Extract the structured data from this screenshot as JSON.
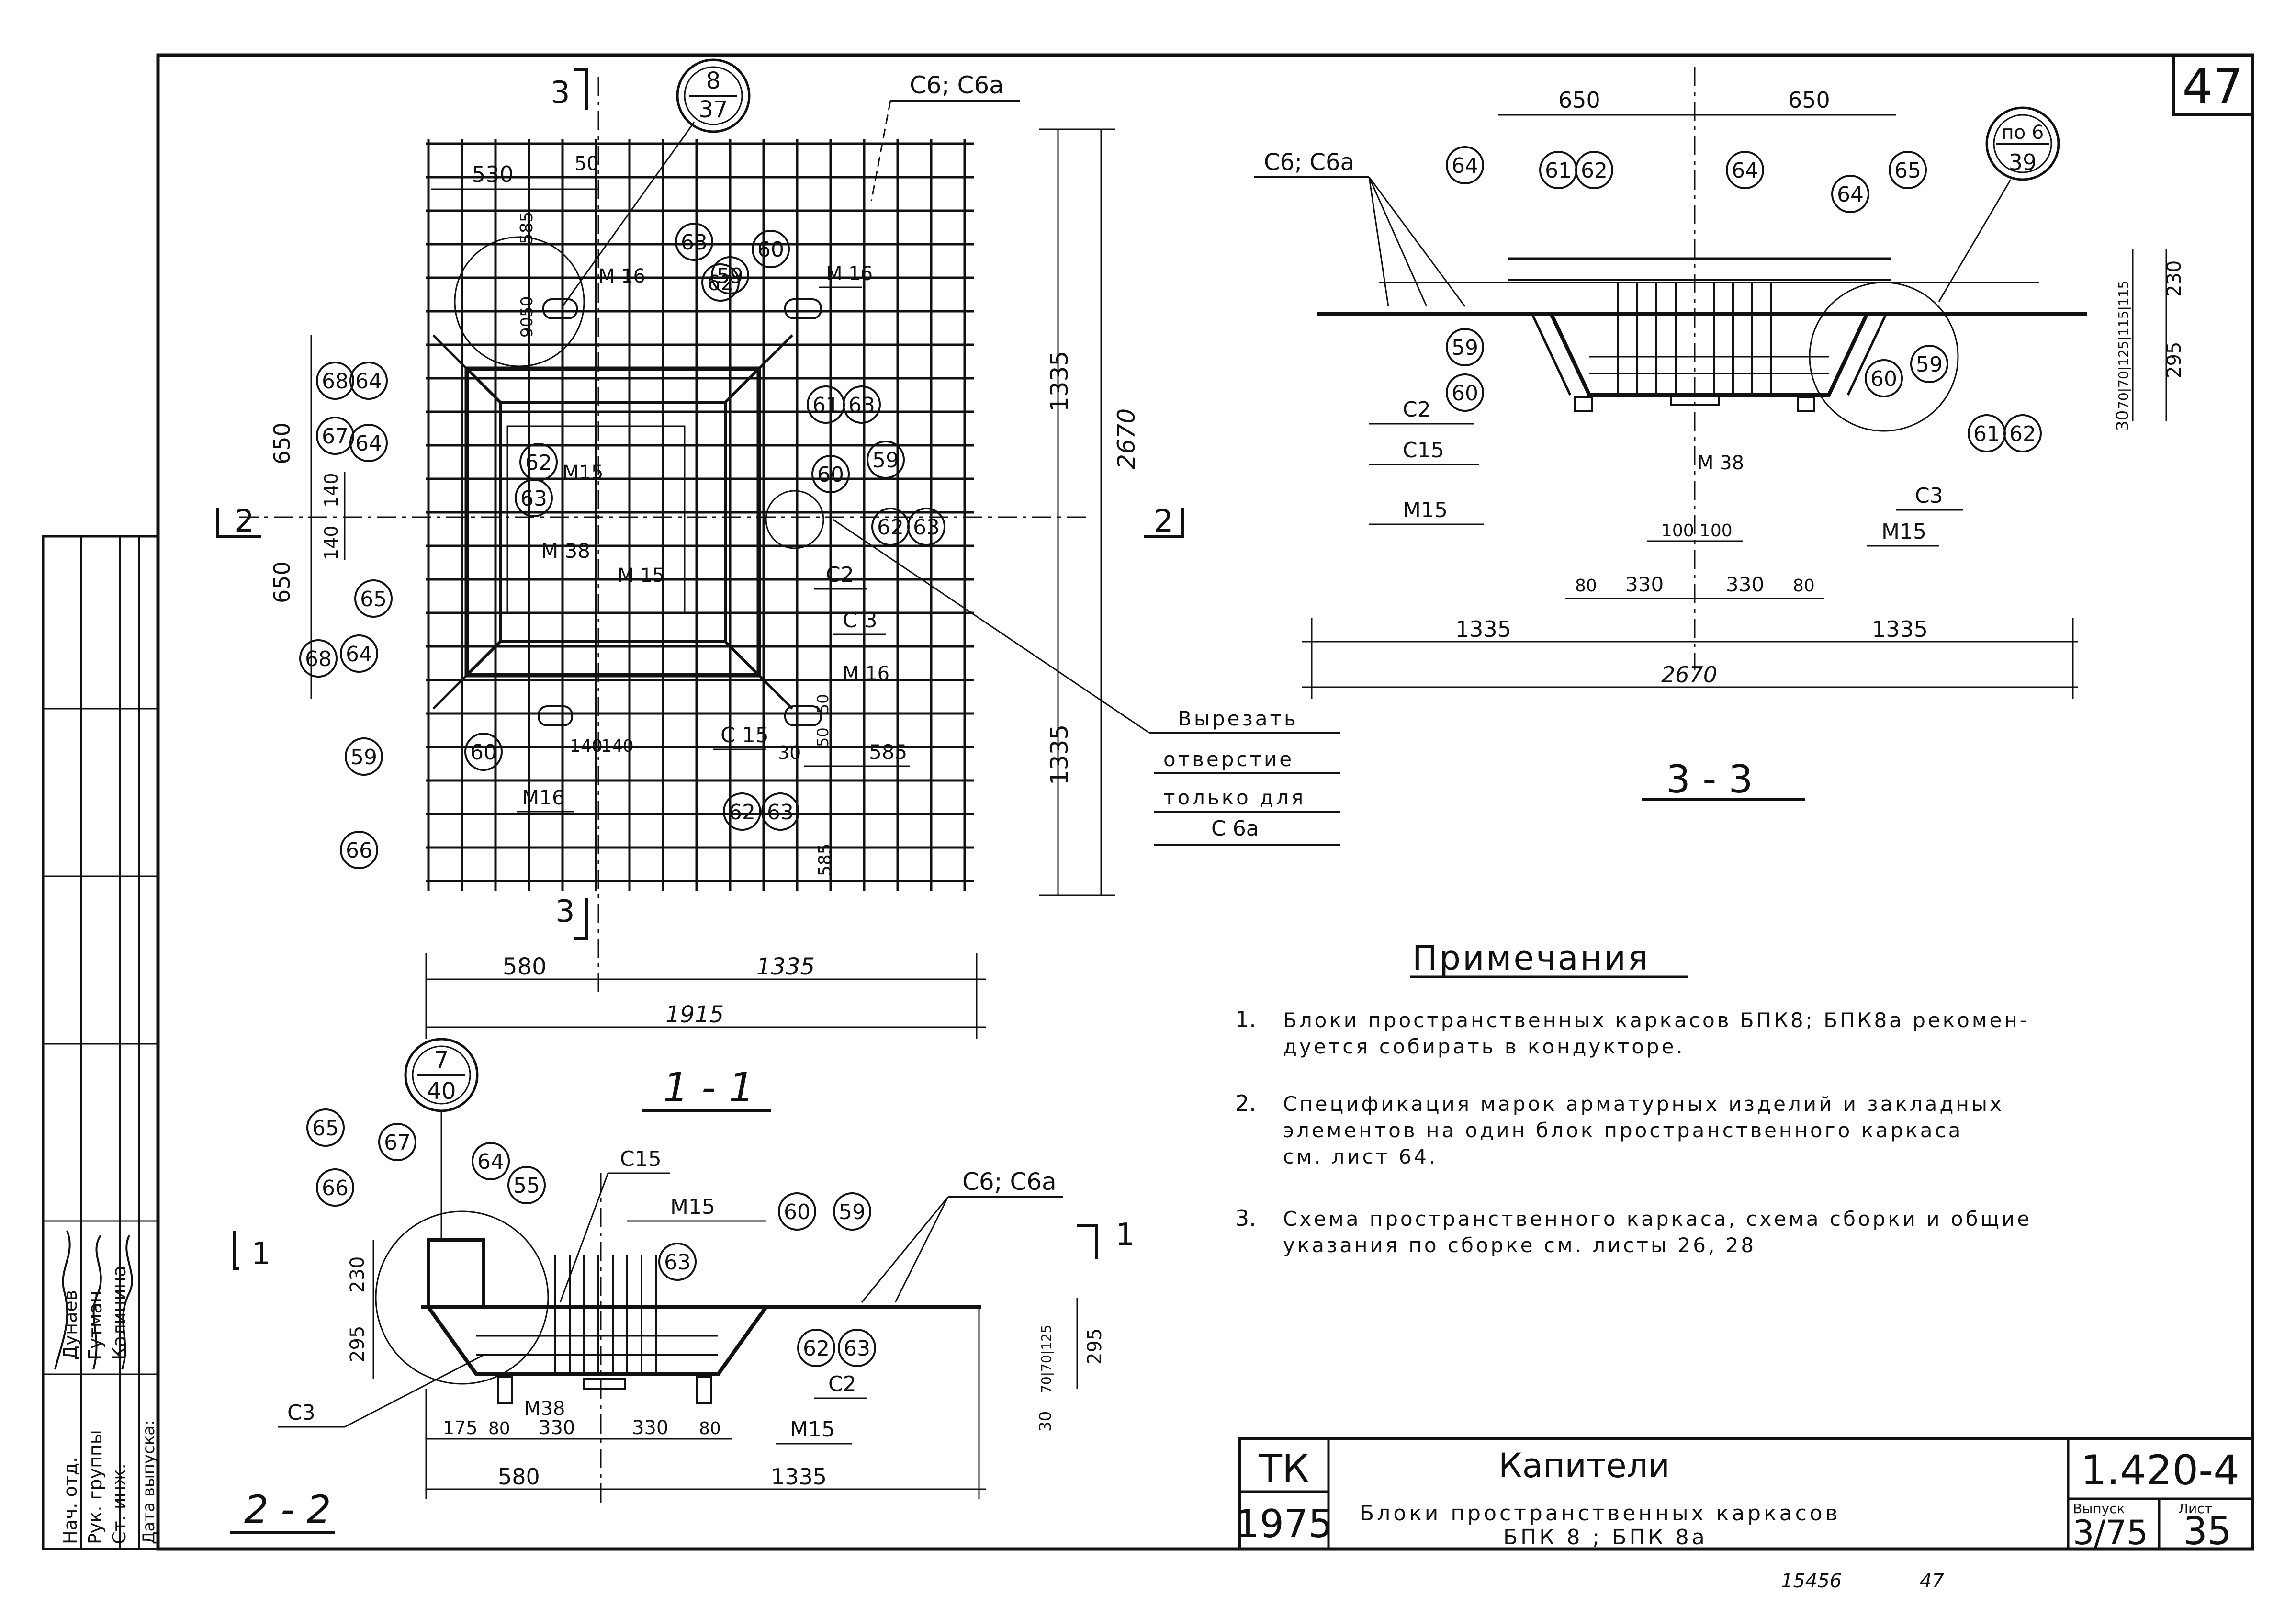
{
  "sheet": {
    "page_number": "47",
    "stamp_number": "15456",
    "stamp_page": "47"
  },
  "title_block": {
    "org": "ТК",
    "year": "1975",
    "title": "Капители",
    "subtitle_line1": "Блоки пространственных каркасов",
    "subtitle_line2": "БПК 8 ;  БПК 8а",
    "series": "1.420-4",
    "issue_label": "Выпуск",
    "issue_value": "3/75",
    "sheet_label": "Лист",
    "sheet_value": "35"
  },
  "side_stamp": {
    "rows": [
      {
        "role": "Нач. отд.",
        "name": "Дунаев"
      },
      {
        "role": "Рук. группы",
        "name": "Гутман"
      },
      {
        "role": "Ст. инж.",
        "name": "Калинина"
      },
      {
        "role": "Дата выпуска:",
        "name": ""
      }
    ]
  },
  "notes": {
    "heading": "Примечания",
    "items": [
      {
        "num": "1.",
        "line1": "Блоки пространственных каркасов БПК8; БПК8а рекомен-",
        "line2": "дуется собирать в кондукторе."
      },
      {
        "num": "2.",
        "line1": "Спецификация марок арматурных изделий и закладных",
        "line2": "элементов на один блок пространственного каркаса",
        "line3": "см. лист   64."
      },
      {
        "num": "3.",
        "line1": "Схема пространственного каркаса, схема сборки и общие",
        "line2": "указания   по сборке   см. листы 26, 28"
      }
    ]
  },
  "cut_note": {
    "line1": "Вырезать",
    "line2": "отверстие",
    "line3": "только для",
    "line4": "С 6а"
  },
  "view_plan": {
    "title": "1 - 1",
    "section_marks": {
      "top": "3",
      "bottom": "3",
      "left": "2",
      "right": "2"
    },
    "detail_ref": {
      "top": "8",
      "bottom": "37"
    },
    "mesh_label": "С6; С6а",
    "dims": {
      "d530": "530",
      "d50a": "50",
      "d585a": "585",
      "d9050": "9050",
      "d650a": "650",
      "d650b": "650",
      "d140a": "140",
      "d140b": "140",
      "d1335a": "1335",
      "d1335b": "1335",
      "d2670": "2670",
      "d580": "580",
      "d1335c": "1335",
      "d1915": "1915",
      "d585b": "585",
      "d585c": "585",
      "d30": "30",
      "d50b": "50",
      "d50c": "50",
      "d140c": "140",
      "d140d": "140"
    },
    "labels": {
      "m16a": "М 16",
      "m16b": "М 16",
      "m16c": "М 16",
      "m16d": "М16",
      "m38": "М 38",
      "m15a": "М15",
      "m15b": "М 15",
      "c2": "С2",
      "c3": "С 3",
      "c15": "С 15"
    },
    "bubbles": [
      "68",
      "64",
      "67",
      "64",
      "65",
      "68",
      "64",
      "59",
      "60",
      "66",
      "62",
      "63",
      "63",
      "62",
      "59",
      "60",
      "61",
      "63",
      "59",
      "60",
      "62",
      "63",
      "62",
      "63"
    ]
  },
  "view_section22": {
    "title": "2 - 2",
    "section_mark": "1",
    "section_mark_right": "1",
    "detail_ref": {
      "top": "7",
      "bottom": "40"
    },
    "mesh_label": "С6; С6а",
    "labels": {
      "c15": "С15",
      "m15a": "М15",
      "m15b": "М15",
      "m38": "М38",
      "c3": "С3",
      "c2": "С2"
    },
    "dims": {
      "d230": "230",
      "d295a": "295",
      "d175": "175",
      "d80a": "80",
      "d330a": "330",
      "d330b": "330",
      "d80b": "80",
      "d580": "580",
      "d1335": "1335",
      "d30": "30",
      "d7070": "70|70|125",
      "d295b": "295"
    },
    "bubbles": [
      "65",
      "67",
      "66",
      "64",
      "55",
      "60",
      "59",
      "63",
      "62",
      "63"
    ]
  },
  "view_section33": {
    "title": "3 - 3",
    "mesh_label": "С6; С6а",
    "detail_ref": {
      "top": "по 6",
      "bottom": "39"
    },
    "labels": {
      "c2": "С2",
      "c15": "С15",
      "m15a": "М15",
      "m38": "М 38",
      "c3": "С3",
      "m15b": "М15"
    },
    "dims": {
      "d650a": "650",
      "d650b": "650",
      "d100a": "100",
      "d100b": "100",
      "d80a": "80",
      "d330a": "330",
      "d330b": "330",
      "d80b": "80",
      "d1335a": "1335",
      "d1335b": "1335",
      "d2670": "2670",
      "d230": "230",
      "d295": "295",
      "d30": "30",
      "d7070": "70|70|125|115|115"
    },
    "bubbles": [
      "64",
      "61",
      "62",
      "64",
      "64",
      "65",
      "59",
      "60",
      "59",
      "60",
      "61",
      "62"
    ]
  }
}
